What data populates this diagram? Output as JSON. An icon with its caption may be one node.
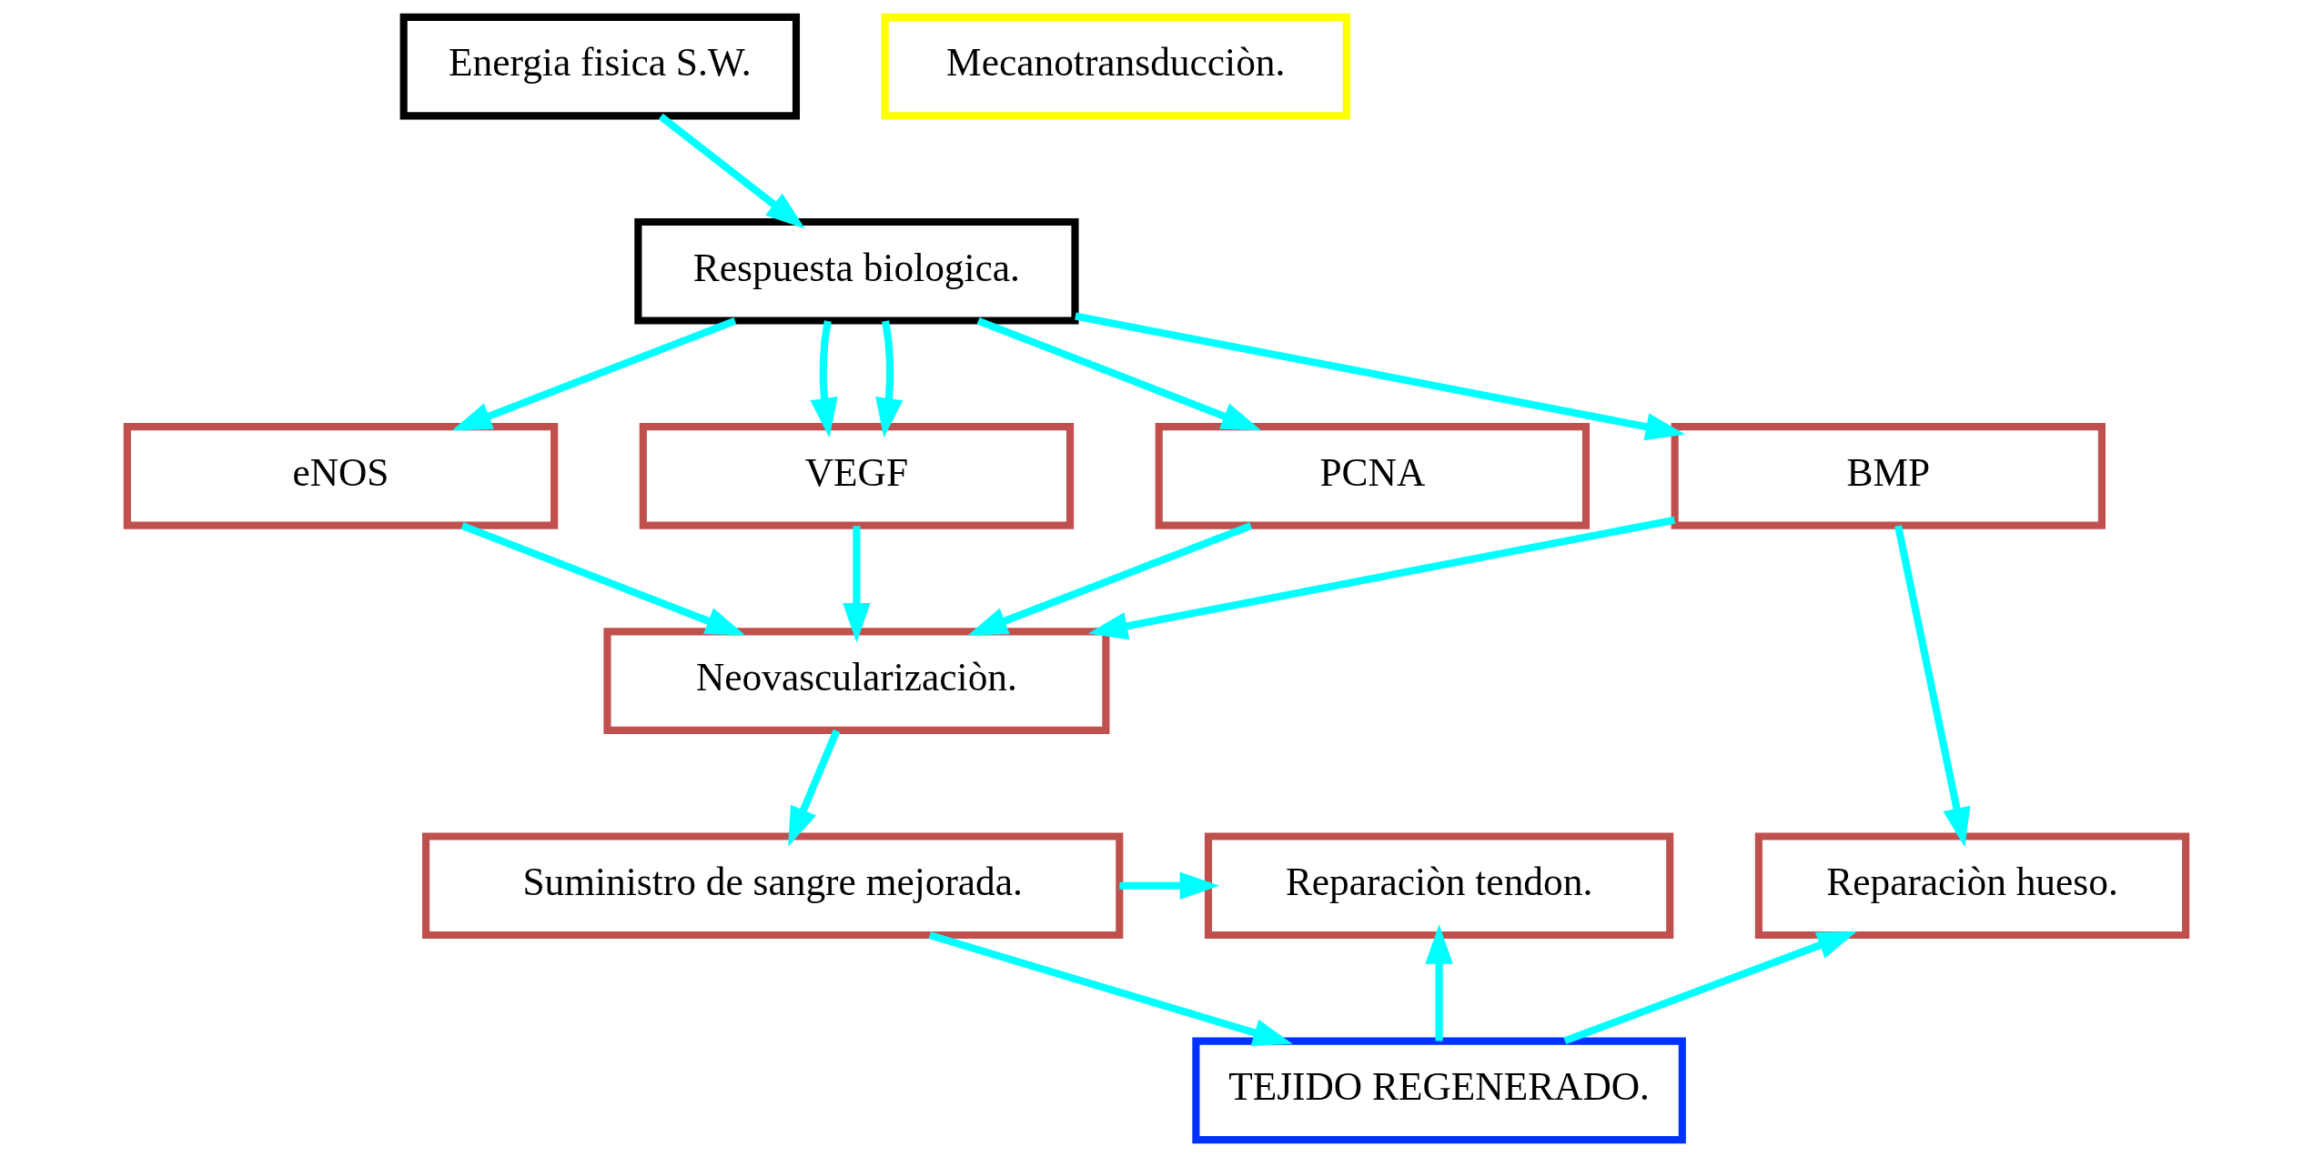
{
  "diagram": {
    "nodes": [
      {
        "text": [
          "Energia fisica S.W."
        ]
      },
      {
        "text": [
          "Mecanotransducciòn."
        ]
      },
      {
        "text": [
          "Respuesta biologica."
        ]
      },
      {
        "text": [
          "BMP"
        ]
      },
      {
        "text": [
          "eNOS"
        ]
      },
      {
        "text": [
          "VEGF"
        ]
      },
      {
        "text": [
          "PCNA"
        ]
      },
      {
        "text": [
          "Neovascularizaciòn."
        ]
      },
      {
        "text": [
          "Reparaciòn hueso."
        ]
      },
      {
        "text": [
          "Suministro de sangre mejorada."
        ]
      },
      {
        "text": [
          "Reparaciòn tendon."
        ]
      },
      {
        "text": [
          "TEJIDO REGENERADO."
        ]
      }
    ],
    "edges": [
      {
        "from": 0,
        "to": 2,
        "arrow": "to"
      },
      {
        "from": 2,
        "to": 3,
        "arrow": "to"
      },
      {
        "from": 2,
        "to": 4,
        "arrow": "to"
      },
      {
        "from": 2,
        "to": 5,
        "arrow": "to"
      },
      {
        "from": 2,
        "to": 5,
        "arrow": "to"
      },
      {
        "from": 2,
        "to": 6,
        "arrow": "to"
      },
      {
        "from": 3,
        "to": 8,
        "arrow": "to"
      },
      {
        "from": 3,
        "to": 7,
        "arrow": "to"
      },
      {
        "from": 4,
        "to": 7,
        "arrow": "to"
      },
      {
        "from": 5,
        "to": 7,
        "arrow": "to"
      },
      {
        "from": 6,
        "to": 7,
        "arrow": "to"
      },
      {
        "from": 7,
        "to": 9,
        "arrow": "to"
      },
      {
        "from": 9,
        "to": 10,
        "arrow": "to"
      },
      {
        "from": 9,
        "to": 11,
        "arrow": "to"
      },
      {
        "from": 11,
        "to": 8,
        "arrow": "to"
      },
      {
        "from": 11,
        "to": 10,
        "arrow": "to"
      }
    ]
  }
}
